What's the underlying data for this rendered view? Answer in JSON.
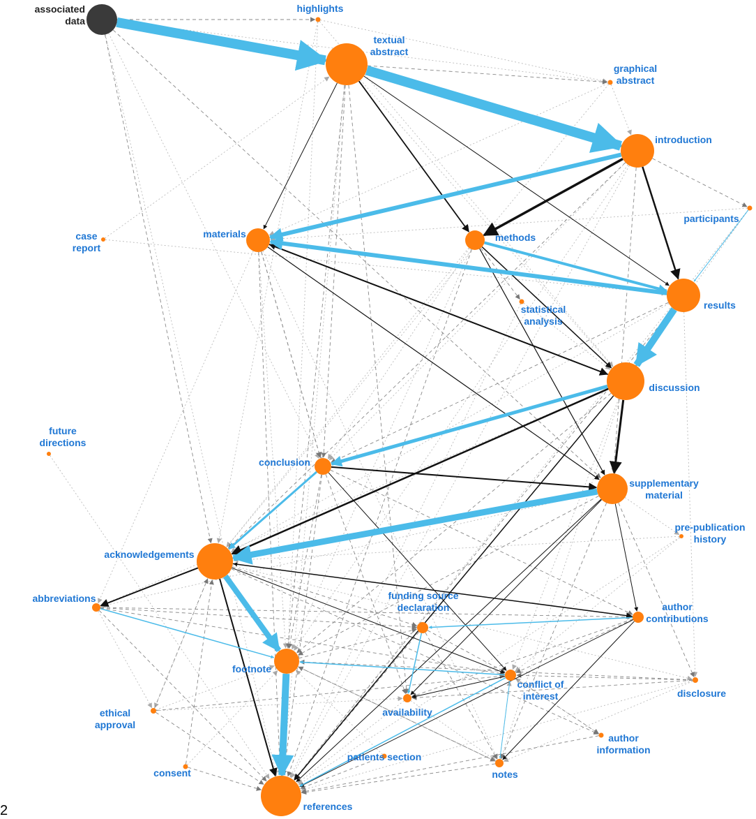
{
  "colors": {
    "node": "#ff7f0e",
    "node_root": "#3a3a3a",
    "label": "#1f77d4",
    "label_root": "#222222",
    "edge_blue": "#4bbbe9",
    "edge_black": "#111111",
    "edge_gray": "#888888",
    "edge_light": "#bbbbbb"
  },
  "corner_mark": "2",
  "nodes": [
    {
      "id": "associated_data",
      "lines": [
        "associated",
        "data"
      ],
      "root": true
    },
    {
      "id": "highlights",
      "lines": [
        "highlights"
      ]
    },
    {
      "id": "textual_abstract",
      "lines": [
        "textual",
        "abstract"
      ]
    },
    {
      "id": "graphical_abstract",
      "lines": [
        "graphical",
        "abstract"
      ]
    },
    {
      "id": "introduction",
      "lines": [
        "introduction"
      ]
    },
    {
      "id": "participants",
      "lines": [
        "participants"
      ]
    },
    {
      "id": "case_report",
      "lines": [
        "case",
        "report"
      ]
    },
    {
      "id": "materials",
      "lines": [
        "materials"
      ]
    },
    {
      "id": "methods",
      "lines": [
        "methods"
      ]
    },
    {
      "id": "results",
      "lines": [
        "results"
      ]
    },
    {
      "id": "statistical_analysis",
      "lines": [
        "statistical",
        "analysis"
      ]
    },
    {
      "id": "discussion",
      "lines": [
        "discussion"
      ]
    },
    {
      "id": "future_directions",
      "lines": [
        "future",
        "directions"
      ]
    },
    {
      "id": "conclusion",
      "lines": [
        "conclusion"
      ]
    },
    {
      "id": "supplementary_material",
      "lines": [
        "supplementary",
        "material"
      ]
    },
    {
      "id": "prepublication_history",
      "lines": [
        "pre-publication",
        "history"
      ]
    },
    {
      "id": "acknowledgements",
      "lines": [
        "acknowledgements"
      ]
    },
    {
      "id": "abbreviations",
      "lines": [
        "abbreviations"
      ]
    },
    {
      "id": "funding_source",
      "lines": [
        "funding source",
        "declaration"
      ]
    },
    {
      "id": "author_contributions",
      "lines": [
        "author",
        "contributions"
      ]
    },
    {
      "id": "footnote",
      "lines": [
        "footnote"
      ]
    },
    {
      "id": "conflict_of_interest",
      "lines": [
        "conflict of",
        "interest"
      ]
    },
    {
      "id": "disclosure",
      "lines": [
        "disclosure"
      ]
    },
    {
      "id": "ethical_approval",
      "lines": [
        "ethical",
        "approval"
      ]
    },
    {
      "id": "availability",
      "lines": [
        "availability"
      ]
    },
    {
      "id": "author_information",
      "lines": [
        "author",
        "information"
      ]
    },
    {
      "id": "patients_section",
      "lines": [
        "patients section"
      ]
    },
    {
      "id": "consent",
      "lines": [
        "consent"
      ]
    },
    {
      "id": "notes",
      "lines": [
        "notes"
      ]
    },
    {
      "id": "references",
      "lines": [
        "references"
      ]
    }
  ],
  "edges": [
    {
      "from": "associated_data",
      "to": "textual_abstract",
      "style": "blue",
      "weight": 14
    },
    {
      "from": "textual_abstract",
      "to": "introduction",
      "style": "blue",
      "weight": 14
    },
    {
      "from": "introduction",
      "to": "materials",
      "style": "blue",
      "weight": 6
    },
    {
      "from": "results",
      "to": "materials",
      "style": "blue",
      "weight": 6
    },
    {
      "from": "methods",
      "to": "results",
      "style": "blue",
      "weight": 4
    },
    {
      "from": "results",
      "to": "discussion",
      "style": "blue",
      "weight": 10
    },
    {
      "from": "discussion",
      "to": "conclusion",
      "style": "blue",
      "weight": 5
    },
    {
      "from": "supplementary_material",
      "to": "acknowledgements",
      "style": "blue",
      "weight": 9
    },
    {
      "from": "conclusion",
      "to": "acknowledgements",
      "style": "blue",
      "weight": 3
    },
    {
      "from": "acknowledgements",
      "to": "footnote",
      "style": "blue",
      "weight": 8
    },
    {
      "from": "footnote",
      "to": "references",
      "style": "blue",
      "weight": 10
    },
    {
      "from": "abbreviations",
      "to": "footnote",
      "style": "blue",
      "weight": 1.5
    },
    {
      "from": "conflict_of_interest",
      "to": "footnote",
      "style": "blue",
      "weight": 1.5
    },
    {
      "from": "author_contributions",
      "to": "funding_source",
      "style": "blue",
      "weight": 1.5
    },
    {
      "from": "funding_source",
      "to": "availability",
      "style": "blue",
      "weight": 1.5
    },
    {
      "from": "conflict_of_interest",
      "to": "references",
      "style": "blue",
      "weight": 1.5
    },
    {
      "from": "conflict_of_interest",
      "to": "notes",
      "style": "blue",
      "weight": 1
    },
    {
      "from": "participants",
      "to": "results",
      "style": "blue",
      "weight": 1
    },
    {
      "from": "introduction",
      "to": "methods",
      "style": "black",
      "weight": 3.5
    },
    {
      "from": "introduction",
      "to": "results",
      "style": "black",
      "weight": 2.5
    },
    {
      "from": "textual_abstract",
      "to": "methods",
      "style": "black",
      "weight": 1.8
    },
    {
      "from": "textual_abstract",
      "to": "materials",
      "style": "black",
      "weight": 1
    },
    {
      "from": "textual_abstract",
      "to": "results",
      "style": "black",
      "weight": 1
    },
    {
      "from": "materials",
      "to": "discussion",
      "style": "black",
      "weight": 2
    },
    {
      "from": "discussion",
      "to": "materials",
      "style": "black",
      "weight": 1.5
    },
    {
      "from": "materials",
      "to": "supplementary_material",
      "style": "black",
      "weight": 1.2
    },
    {
      "from": "methods",
      "to": "discussion",
      "style": "black",
      "weight": 1.5
    },
    {
      "from": "methods",
      "to": "supplementary_material",
      "style": "black",
      "weight": 1.2
    },
    {
      "from": "discussion",
      "to": "supplementary_material",
      "style": "black",
      "weight": 3
    },
    {
      "from": "conclusion",
      "to": "supplementary_material",
      "style": "black",
      "weight": 2
    },
    {
      "from": "discussion",
      "to": "acknowledgements",
      "style": "black",
      "weight": 2.5
    },
    {
      "from": "acknowledgements",
      "to": "abbreviations",
      "style": "black",
      "weight": 2
    },
    {
      "from": "acknowledgements",
      "to": "references",
      "style": "black",
      "weight": 2
    },
    {
      "from": "acknowledgements",
      "to": "author_contributions",
      "style": "black",
      "weight": 1.5
    },
    {
      "from": "author_contributions",
      "to": "acknowledgements",
      "style": "black",
      "weight": 1
    },
    {
      "from": "discussion",
      "to": "references",
      "style": "black",
      "weight": 1.5
    },
    {
      "from": "supplementary_material",
      "to": "references",
      "style": "black",
      "weight": 1
    },
    {
      "from": "supplementary_material",
      "to": "author_contributions",
      "style": "black",
      "weight": 1
    },
    {
      "from": "acknowledgements",
      "to": "conflict_of_interest",
      "style": "black",
      "weight": 1
    },
    {
      "from": "conclusion",
      "to": "conflict_of_interest",
      "style": "black",
      "weight": 1
    },
    {
      "from": "author_contributions",
      "to": "references",
      "style": "black",
      "weight": 1
    },
    {
      "from": "supplementary_material",
      "to": "availability",
      "style": "black",
      "weight": 1
    },
    {
      "from": "author_contributions",
      "to": "notes",
      "style": "black",
      "weight": 1
    },
    {
      "from": "conflict_of_interest",
      "to": "availability",
      "style": "black",
      "weight": 1
    },
    {
      "from": "associated_data",
      "to": "highlights",
      "style": "gray",
      "weight": 1
    },
    {
      "from": "textual_abstract",
      "to": "graphical_abstract",
      "style": "gray",
      "weight": 1
    },
    {
      "from": "introduction",
      "to": "participants",
      "style": "gray",
      "weight": 1
    },
    {
      "from": "associated_data",
      "to": "acknowledgements",
      "style": "gray",
      "weight": 1
    },
    {
      "from": "associated_data",
      "to": "supplementary_material",
      "style": "gray",
      "weight": 1
    },
    {
      "from": "textual_abstract",
      "to": "conclusion",
      "style": "gray",
      "weight": 1
    },
    {
      "from": "textual_abstract",
      "to": "footnote",
      "style": "gray",
      "weight": 1
    },
    {
      "from": "textual_abstract",
      "to": "availability",
      "style": "gray",
      "weight": 1
    },
    {
      "from": "introduction",
      "to": "supplementary_material",
      "style": "gray",
      "weight": 1
    },
    {
      "from": "introduction",
      "to": "acknowledgements",
      "style": "gray",
      "weight": 1
    },
    {
      "from": "methods",
      "to": "statistical_analysis",
      "style": "gray",
      "weight": 1
    },
    {
      "from": "methods",
      "to": "references",
      "style": "gray",
      "weight": 1
    },
    {
      "from": "materials",
      "to": "references",
      "style": "gray",
      "weight": 1
    },
    {
      "from": "materials",
      "to": "conclusion",
      "style": "gray",
      "weight": 1.2
    },
    {
      "from": "results",
      "to": "references",
      "style": "gray",
      "weight": 1
    },
    {
      "from": "results",
      "to": "conclusion",
      "style": "gray",
      "weight": 1
    },
    {
      "from": "discussion",
      "to": "footnote",
      "style": "gray",
      "weight": 1
    },
    {
      "from": "abbreviations",
      "to": "references",
      "style": "gray",
      "weight": 1
    },
    {
      "from": "abbreviations",
      "to": "funding_source",
      "style": "gray",
      "weight": 1
    },
    {
      "from": "abbreviations",
      "to": "author_contributions",
      "style": "gray",
      "weight": 1
    },
    {
      "from": "abbreviations",
      "to": "conflict_of_interest",
      "style": "gray",
      "weight": 1
    },
    {
      "from": "footnote",
      "to": "funding_source",
      "style": "gray",
      "weight": 1
    },
    {
      "from": "footnote",
      "to": "notes",
      "style": "gray",
      "weight": 1
    },
    {
      "from": "funding_source",
      "to": "references",
      "style": "gray",
      "weight": 1
    },
    {
      "from": "funding_source",
      "to": "notes",
      "style": "gray",
      "weight": 1
    },
    {
      "from": "funding_source",
      "to": "conflict_of_interest",
      "style": "gray",
      "weight": 1
    },
    {
      "from": "acknowledgements",
      "to": "funding_source",
      "style": "gray",
      "weight": 1
    },
    {
      "from": "supplementary_material",
      "to": "footnote",
      "style": "gray",
      "weight": 1
    },
    {
      "from": "supplementary_material",
      "to": "notes",
      "style": "gray",
      "weight": 1
    },
    {
      "from": "supplementary_material",
      "to": "disclosure",
      "style": "gray",
      "weight": 1
    },
    {
      "from": "author_contributions",
      "to": "conflict_of_interest",
      "style": "gray",
      "weight": 1
    },
    {
      "from": "author_contributions",
      "to": "availability",
      "style": "gray",
      "weight": 1
    },
    {
      "from": "disclosure",
      "to": "conflict_of_interest",
      "style": "gray",
      "weight": 1
    },
    {
      "from": "disclosure",
      "to": "availability",
      "style": "gray",
      "weight": 1
    },
    {
      "from": "disclosure",
      "to": "footnote",
      "style": "gray",
      "weight": 1
    },
    {
      "from": "notes",
      "to": "references",
      "style": "gray",
      "weight": 1
    },
    {
      "from": "notes",
      "to": "footnote",
      "style": "gray",
      "weight": 1
    },
    {
      "from": "ethical_approval",
      "to": "references",
      "style": "gray",
      "weight": 1
    },
    {
      "from": "ethical_approval",
      "to": "conflict_of_interest",
      "style": "gray",
      "weight": 1
    },
    {
      "from": "ethical_approval",
      "to": "acknowledgements",
      "style": "gray",
      "weight": 1
    },
    {
      "from": "consent",
      "to": "references",
      "style": "gray",
      "weight": 1
    },
    {
      "from": "consent",
      "to": "acknowledgements",
      "style": "gray",
      "weight": 1
    },
    {
      "from": "patients_section",
      "to": "references",
      "style": "gray",
      "weight": 1
    },
    {
      "from": "author_information",
      "to": "references",
      "style": "gray",
      "weight": 1
    },
    {
      "from": "conflict_of_interest",
      "to": "author_information",
      "style": "gray",
      "weight": 1
    },
    {
      "from": "acknowledgements",
      "to": "author_information",
      "style": "gray",
      "weight": 1
    },
    {
      "from": "conclusion",
      "to": "references",
      "style": "gray",
      "weight": 1
    },
    {
      "from": "conclusion",
      "to": "footnote",
      "style": "gray",
      "weight": 1
    },
    {
      "from": "conclusion",
      "to": "availability",
      "style": "gray",
      "weight": 1
    },
    {
      "from": "conclusion",
      "to": "author_contributions",
      "style": "gray",
      "weight": 1
    },
    {
      "from": "case_report",
      "to": "results",
      "style": "light",
      "weight": 1
    },
    {
      "from": "case_report",
      "to": "textual_abstract",
      "style": "light",
      "weight": 1
    },
    {
      "from": "future_directions",
      "to": "references",
      "style": "light",
      "weight": 1
    },
    {
      "from": "highlights",
      "to": "graphical_abstract",
      "style": "light",
      "weight": 1
    },
    {
      "from": "graphical_abstract",
      "to": "materials",
      "style": "light",
      "weight": 1
    },
    {
      "from": "graphical_abstract",
      "to": "acknowledgements",
      "style": "light",
      "weight": 1
    },
    {
      "from": "graphical_abstract",
      "to": "introduction",
      "style": "light",
      "weight": 1
    },
    {
      "from": "highlights",
      "to": "references",
      "style": "light",
      "weight": 1
    },
    {
      "from": "highlights",
      "to": "acknowledgements",
      "style": "light",
      "weight": 1
    },
    {
      "from": "highlights",
      "to": "discussion",
      "style": "light",
      "weight": 1
    },
    {
      "from": "participants",
      "to": "materials",
      "style": "light",
      "weight": 1
    },
    {
      "from": "participants",
      "to": "discussion",
      "style": "light",
      "weight": 1
    },
    {
      "from": "participants",
      "to": "references",
      "style": "light",
      "weight": 1
    },
    {
      "from": "statistical_analysis",
      "to": "references",
      "style": "light",
      "weight": 1
    },
    {
      "from": "statistical_analysis",
      "to": "discussion",
      "style": "light",
      "weight": 1
    },
    {
      "from": "prepublication_history",
      "to": "acknowledgements",
      "style": "light",
      "weight": 1
    },
    {
      "from": "prepublication_history",
      "to": "conflict_of_interest",
      "style": "light",
      "weight": 1
    },
    {
      "from": "prepublication_history",
      "to": "references",
      "style": "light",
      "weight": 1
    },
    {
      "from": "results",
      "to": "disclosure",
      "style": "light",
      "weight": 1
    },
    {
      "from": "results",
      "to": "acknowledgements",
      "style": "light",
      "weight": 1
    },
    {
      "from": "methods",
      "to": "acknowledgements",
      "style": "light",
      "weight": 1
    },
    {
      "from": "methods",
      "to": "conclusion",
      "style": "light",
      "weight": 1
    },
    {
      "from": "methods",
      "to": "footnote",
      "style": "light",
      "weight": 1
    },
    {
      "from": "materials",
      "to": "abbreviations",
      "style": "light",
      "weight": 1
    },
    {
      "from": "materials",
      "to": "footnote",
      "style": "light",
      "weight": 1
    },
    {
      "from": "materials",
      "to": "notes",
      "style": "light",
      "weight": 1
    },
    {
      "from": "discussion",
      "to": "abbreviations",
      "style": "light",
      "weight": 1
    },
    {
      "from": "discussion",
      "to": "notes",
      "style": "light",
      "weight": 1
    },
    {
      "from": "discussion",
      "to": "conflict_of_interest",
      "style": "light",
      "weight": 1
    },
    {
      "from": "introduction",
      "to": "references",
      "style": "light",
      "weight": 1
    },
    {
      "from": "introduction",
      "to": "footnote",
      "style": "light",
      "weight": 1
    },
    {
      "from": "introduction",
      "to": "conclusion",
      "style": "light",
      "weight": 1
    },
    {
      "from": "textual_abstract",
      "to": "references",
      "style": "light",
      "weight": 1
    },
    {
      "from": "textual_abstract",
      "to": "discussion",
      "style": "light",
      "weight": 1
    },
    {
      "from": "associated_data",
      "to": "references",
      "style": "light",
      "weight": 1
    },
    {
      "from": "associated_data",
      "to": "conclusion",
      "style": "light",
      "weight": 1
    },
    {
      "from": "associated_data",
      "to": "graphical_abstract",
      "style": "light",
      "weight": 1
    },
    {
      "from": "abbreviations",
      "to": "ethical_approval",
      "style": "light",
      "weight": 1
    },
    {
      "from": "ethical_approval",
      "to": "availability",
      "style": "light",
      "weight": 1
    },
    {
      "from": "ethical_approval",
      "to": "footnote",
      "style": "light",
      "weight": 1
    },
    {
      "from": "consent",
      "to": "footnote",
      "style": "light",
      "weight": 1
    },
    {
      "from": "disclosure",
      "to": "notes",
      "style": "light",
      "weight": 1
    },
    {
      "from": "disclosure",
      "to": "references",
      "style": "light",
      "weight": 1
    },
    {
      "from": "author_information",
      "to": "conflict_of_interest",
      "style": "light",
      "weight": 1
    },
    {
      "from": "patients_section",
      "to": "footnote",
      "style": "light",
      "weight": 1
    },
    {
      "from": "availability",
      "to": "references",
      "style": "light",
      "weight": 1
    },
    {
      "from": "availability",
      "to": "notes",
      "style": "light",
      "weight": 1
    },
    {
      "from": "notes",
      "to": "conflict_of_interest",
      "style": "light",
      "weight": 1
    },
    {
      "from": "acknowledgements",
      "to": "ethical_approval",
      "style": "light",
      "weight": 1
    },
    {
      "from": "acknowledgements",
      "to": "disclosure",
      "style": "light",
      "weight": 1
    },
    {
      "from": "supplementary_material",
      "to": "abbreviations",
      "style": "light",
      "weight": 1
    },
    {
      "from": "supplementary_material",
      "to": "prepublication_history",
      "style": "light",
      "weight": 1
    }
  ]
}
